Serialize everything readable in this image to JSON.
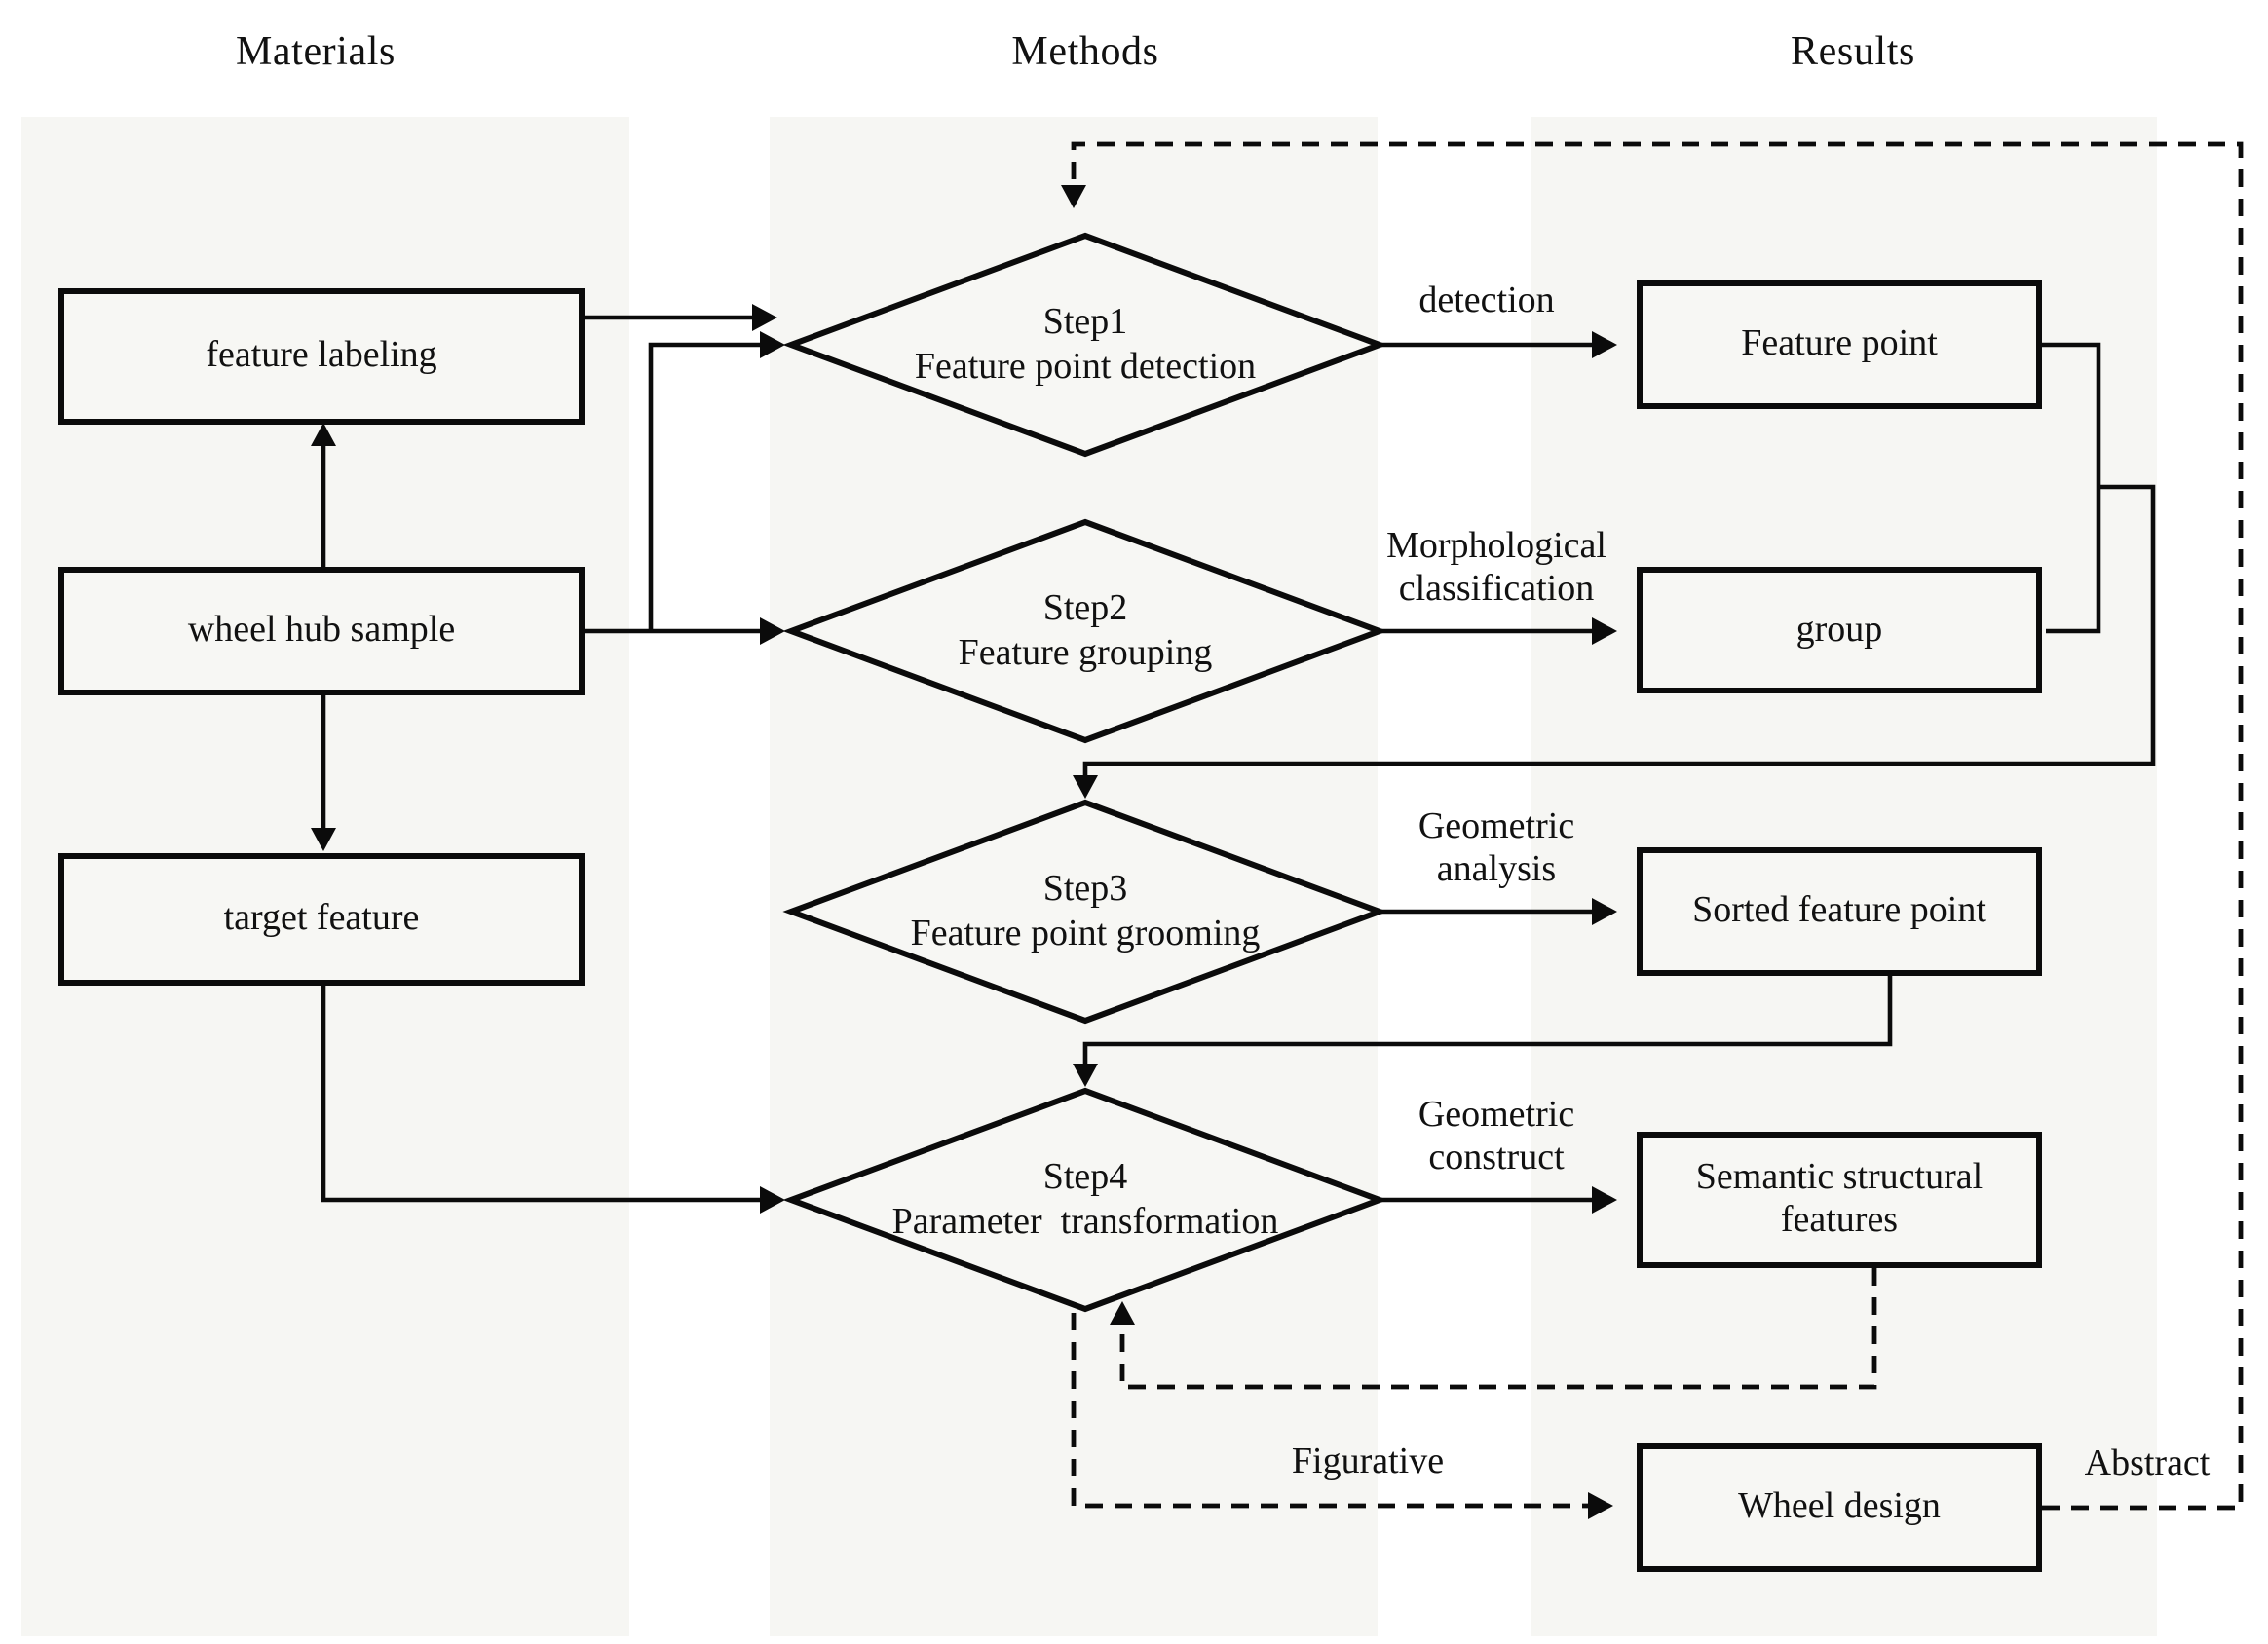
{
  "figure_type": "flowchart",
  "headers": {
    "materials": "Materials",
    "methods": "Methods",
    "results": "Results"
  },
  "materials_nodes": {
    "feature_labeling": "feature labeling",
    "wheel_hub_sample": "wheel hub sample",
    "target_feature": "target feature"
  },
  "method_steps": {
    "step1": {
      "line1": "Step1",
      "line2": "Feature point detection"
    },
    "step2": {
      "line1": "Step2",
      "line2": "Feature grouping"
    },
    "step3": {
      "line1": "Step3",
      "line2": "Feature point grooming"
    },
    "step4": {
      "line1": "Step4",
      "line2": "Parameter  transformation"
    }
  },
  "result_nodes": {
    "feature_point": "Feature point",
    "group": "group",
    "sorted_feature_point": "Sorted feature point",
    "semantic_line1": "Semantic structural",
    "semantic_line2": "features",
    "wheel_design": "Wheel design"
  },
  "edge_labels": {
    "detection": "detection",
    "morphological_line1": "Morphological",
    "morphological_line2": "classification",
    "geometric_analysis_line1": "Geometric",
    "geometric_analysis_line2": "analysis",
    "geometric_construct_line1": "Geometric",
    "geometric_construct_line2": "construct",
    "figurative": "Figurative",
    "abstract": "Abstract"
  },
  "colors": {
    "background": "#ffffff",
    "column_band": "#f6f6f3",
    "node_fill": "#f7f7f4",
    "line": "#0b0b0b",
    "text": "#111111"
  }
}
